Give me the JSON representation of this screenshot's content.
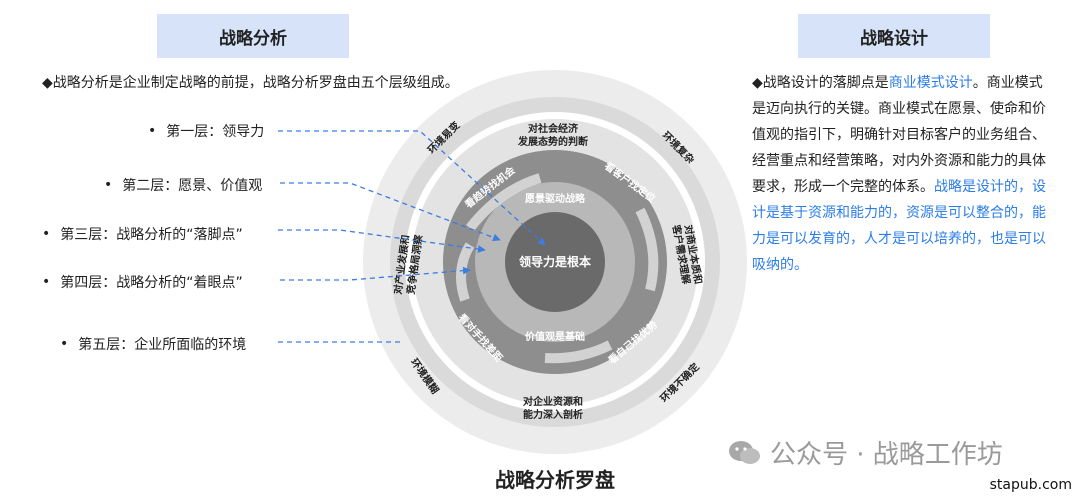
{
  "analysis": {
    "header": "战略分析",
    "intro": "◆战略分析是企业制定战略的前提，战略分析罗盘由五个层级组成。",
    "layers": [
      "第一层：领导力",
      "第二层：愿景、价值观",
      "第三层：战略分析的“落脚点”",
      "第四层：战略分析的“着眼点”",
      "第五层：企业所面临的环境"
    ],
    "bullet": "•"
  },
  "design": {
    "header": "战略设计",
    "p1": "◆战略设计的落脚点是",
    "p1_link": "商业模式设计",
    "p2": "。商业模式是迈向执行的关键。商业模式在愿景、使命和价值观的指引下，明确针对目标客户的业务组合、经营重点和经营策略，对内外资源和能力的具体要求，形成一个完整的体系。",
    "p3_blue": "战略是设计的，设计是基于资源和能力的，资源是可以整合的，能力是可以发育的，人才是可以培养的，也是可以吸纳的。"
  },
  "compass": {
    "center": "领导力是根本",
    "vision": "愿景驱动战略",
    "values": "价值观是基础",
    "ring3": [
      "看趋势找机会",
      "看客户找定位",
      "看自己找优势",
      "看对手找差距"
    ],
    "ring4": [
      "对社会经济\n发展态势的判断",
      "对商业本质和\n客户需求理解",
      "对企业资源和\n能力深入剖析",
      "对产业发展和\n竞争格局洞察"
    ],
    "ring5": [
      "环境易变",
      "环境复杂",
      "环境不确定",
      "环境模糊"
    ],
    "caption": "战略分析罗盘"
  },
  "colors": {
    "header_bg": "#d6e3f9",
    "link_blue": "#2b7de9",
    "dashed_line": "#3b7de0"
  },
  "watermark": "公众号 · 战略工作坊",
  "site": "stapub.com"
}
